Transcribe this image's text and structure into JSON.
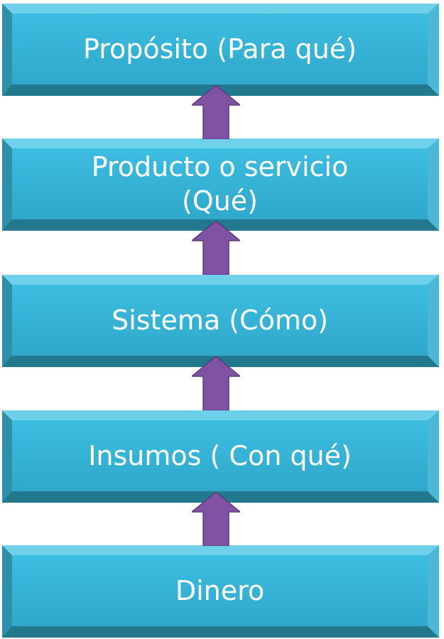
{
  "boxes": [
    {
      "label": "Propósito (Para qué)"
    },
    {
      "label": "Producto o servicio (Qué)"
    },
    {
      "label": "Sistema (Cómo)"
    },
    {
      "label": "Insumos ( Con qué)"
    },
    {
      "label": "Dinero"
    }
  ],
  "colors": {
    "box": "#36a8c8",
    "arrow": "#7f52a4"
  }
}
